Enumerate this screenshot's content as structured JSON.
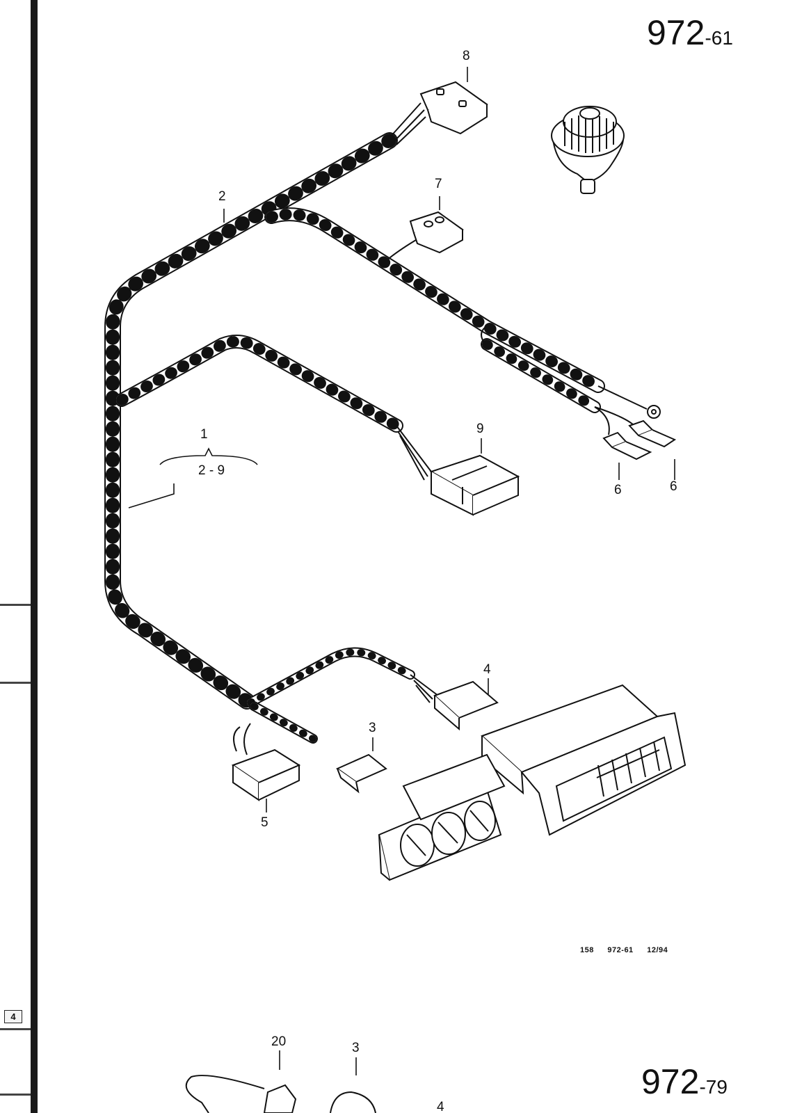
{
  "page": {
    "number_main": "972",
    "number_sub": "-61",
    "next_number_main": "972",
    "next_number_sub": "-79",
    "tab_label": "4"
  },
  "footer": {
    "code": "158",
    "ref": "972-61",
    "date": "12/94"
  },
  "callouts": {
    "c1": "1",
    "c2_9": "2 - 9",
    "c2": "2",
    "c3": "3",
    "c4": "4",
    "c5": "5",
    "c6a": "6",
    "c6b": "6",
    "c7": "7",
    "c8": "8",
    "c9": "9",
    "n20": "20",
    "n3": "3",
    "n4": "4"
  }
}
